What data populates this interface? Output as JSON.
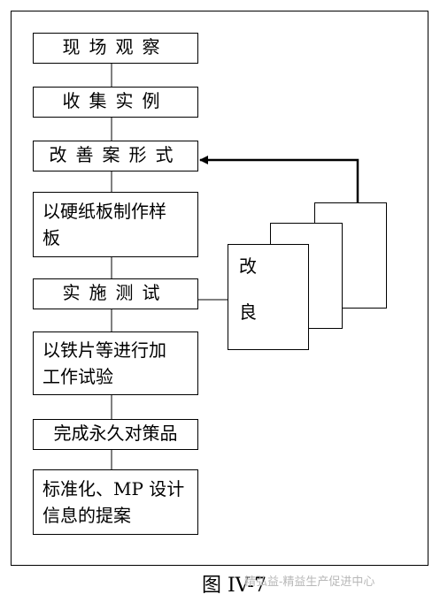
{
  "flow": {
    "steps": [
      {
        "text": "现场观察"
      },
      {
        "text": "收集实例"
      },
      {
        "text": "改善案形式"
      },
      {
        "text": "以硬纸板制作样\n板"
      },
      {
        "text": "实施测试"
      },
      {
        "text": "以铁片等进行加\n工作试验"
      },
      {
        "text": "完成永久对策品"
      },
      {
        "text": "标准化、MP 设计\n信息的提案"
      }
    ]
  },
  "improve_card": {
    "line1": "改",
    "line2": "良"
  },
  "caption": "图 IV-7",
  "watermark": "精弘益-精益生产促进中心",
  "colors": {
    "line": "#000000",
    "background": "#ffffff",
    "watermark": "#b8b8b8"
  }
}
